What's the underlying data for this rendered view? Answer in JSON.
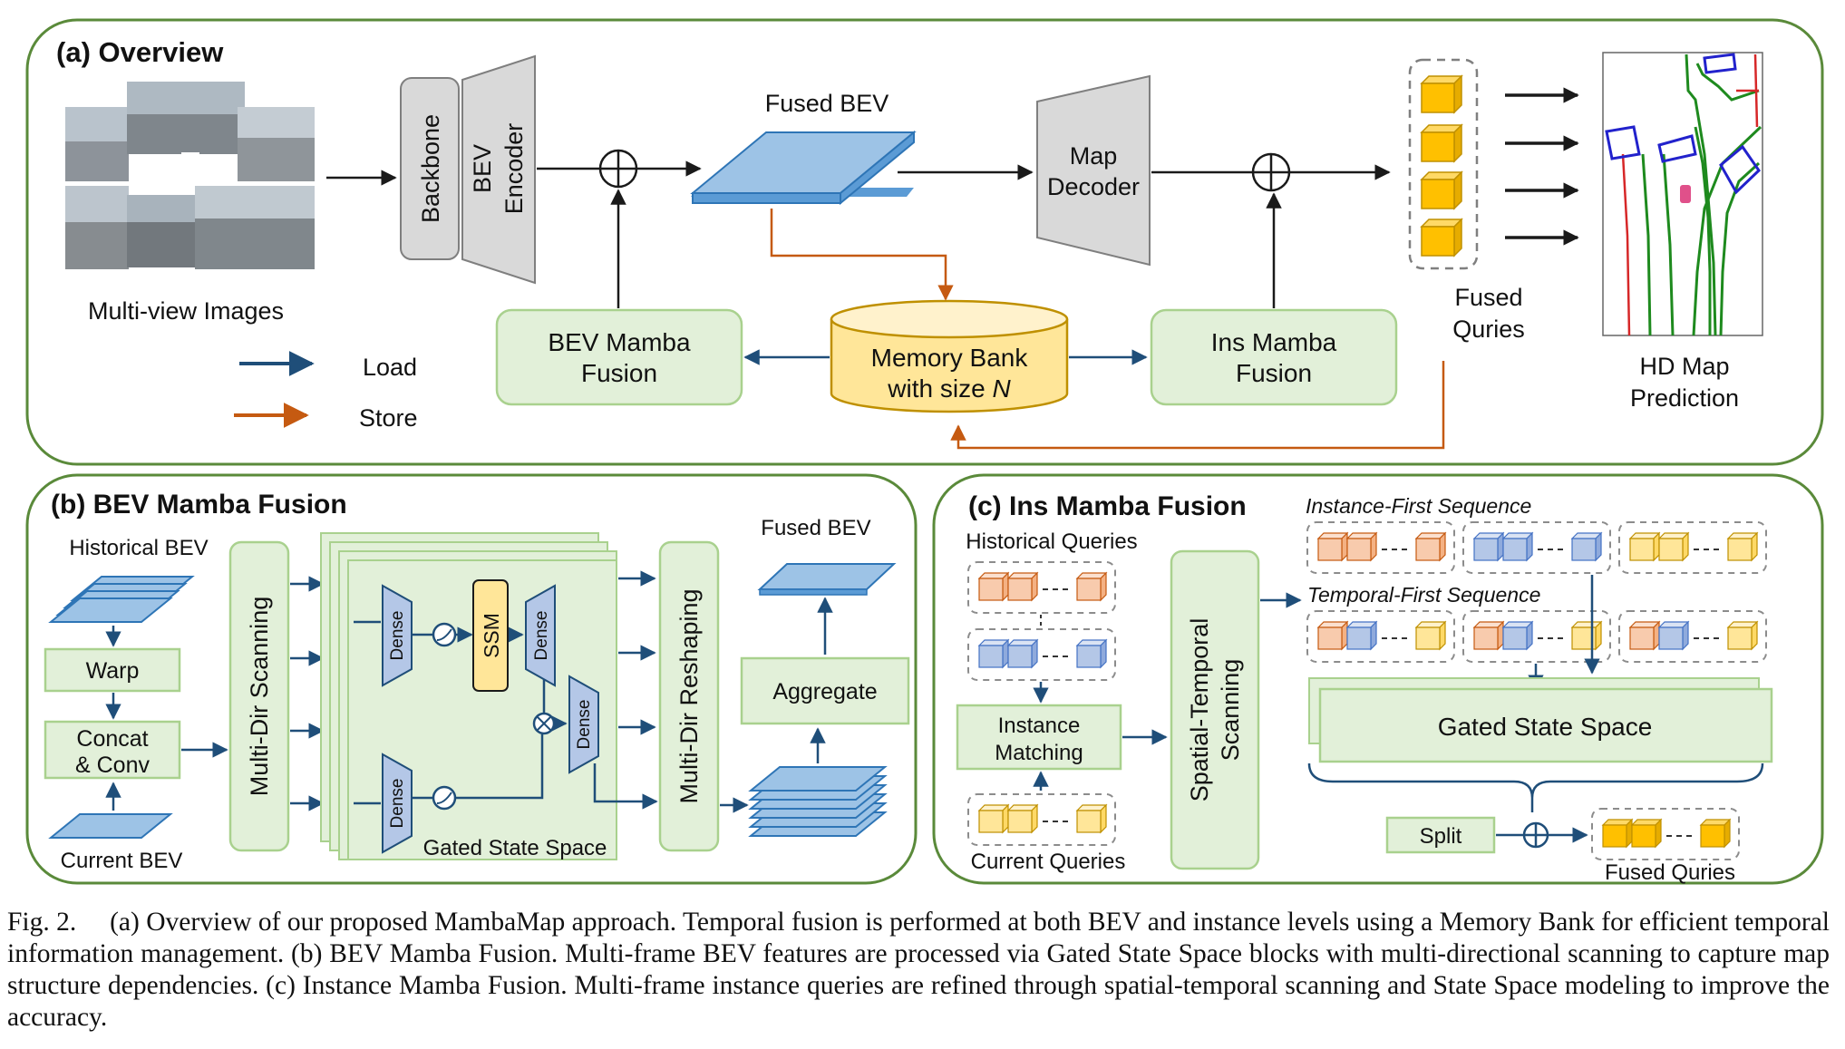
{
  "panels": {
    "a_title": "(a) Overview",
    "b_title": "(b) BEV Mamba Fusion",
    "c_title": "(c) Ins Mamba Fusion"
  },
  "overview": {
    "multiview_label": "Multi-view Images",
    "backbone": "Backbone",
    "bev_encoder_1": "BEV",
    "bev_encoder_2": "Encoder",
    "fused_bev": "Fused BEV",
    "map_decoder_1": "Map",
    "map_decoder_2": "Decoder",
    "fused_queries_1": "Fused",
    "fused_queries_2": "Quries",
    "hd_map_1": "HD Map",
    "hd_map_2": "Prediction",
    "bev_mamba_1": "BEV Mamba",
    "bev_mamba_2": "Fusion",
    "memory_bank_1": "Memory Bank",
    "memory_bank_2": "with size ",
    "memory_bank_n": "N",
    "ins_mamba_1": "Ins Mamba",
    "ins_mamba_2": "Fusion",
    "legend_load": "Load",
    "legend_store": "Store"
  },
  "bev_fusion": {
    "historical_bev": "Historical BEV",
    "warp": "Warp",
    "concat_1": "Concat",
    "concat_2": "& Conv",
    "current_bev": "Current BEV",
    "multi_dir_scanning": "Multi-Dir Scanning",
    "dense": "Dense",
    "ssm": "SSM",
    "gated_state_space": "Gated State Space",
    "multi_dir_reshaping": "Multi-Dir Reshaping",
    "fused_bev": "Fused BEV",
    "aggregate": "Aggregate"
  },
  "ins_fusion": {
    "historical_queries": "Historical Queries",
    "instance_matching_1": "Instance",
    "instance_matching_2": "Matching",
    "current_queries": "Current Queries",
    "spatial_temporal_1": "Spatial-Temporal",
    "spatial_temporal_2": "Scanning",
    "instance_first": "Instance-First Sequence",
    "temporal_first": "Temporal-First Sequence",
    "gated_state_space": "Gated State Space",
    "split": "Split",
    "fused_queries": "Fused Quries"
  },
  "caption": "Fig. 2.  (a) Overview of our proposed MambaMap approach. Temporal fusion is performed at both BEV and instance levels using a Memory Bank for efficient temporal information management. (b) BEV Mamba Fusion. Multi-frame BEV features are processed via Gated State Space blocks with multi-directional scanning to capture map structure dependencies. (c) Instance Mamba Fusion. Multi-frame instance queries are refined through spatial-temporal scanning and State Space modeling to improve the accuracy.",
  "colors": {
    "panel_border": "#5a8a3a",
    "green_box": "#e2f0d9",
    "green_border": "#a9d18e",
    "gray_box": "#d9d9d9",
    "yellow_box": "#ffe699",
    "load_arrow": "#1f4e79",
    "store_arrow": "#c55a11",
    "bev_blue": "#9dc3e6",
    "cube_yellow": "#ffc000",
    "cube_blue": "#b4c7e7",
    "cube_orange": "#f8cbad"
  }
}
